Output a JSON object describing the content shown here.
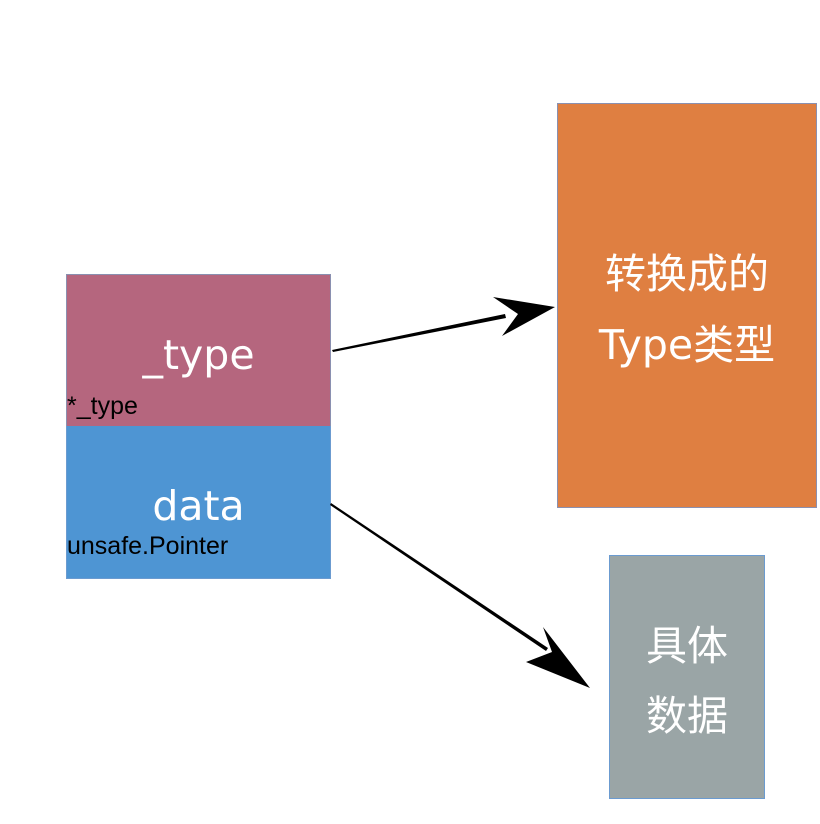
{
  "interface_block": {
    "type_field": {
      "label": "_type",
      "type_annotation": "*_type"
    },
    "data_field": {
      "label": "data",
      "type_annotation": "unsafe.Pointer"
    }
  },
  "type_target": {
    "line1": "转换成的",
    "line2": "Type类型"
  },
  "data_target": {
    "line1": "具体",
    "line2": "数据"
  },
  "colors": {
    "type_field": "#b5667e",
    "data_field": "#4e95d3",
    "type_target": "#df7f41",
    "data_target": "#9aa5a6",
    "arrow": "#000000"
  }
}
